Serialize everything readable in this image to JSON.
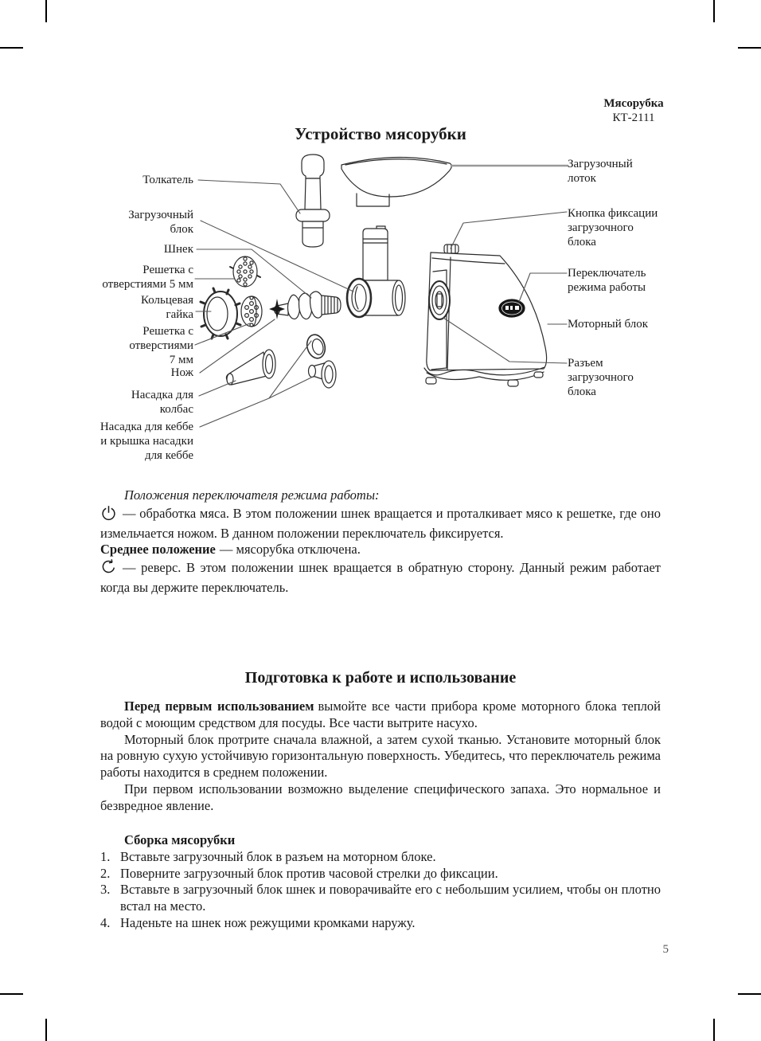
{
  "page": {
    "number": "5"
  },
  "header": {
    "product": "Мясорубка",
    "model": "КТ-2111"
  },
  "diagram": {
    "title": "Устройство мясорубки",
    "left_labels": [
      "Толкатель",
      "Загрузочный\nблок",
      "Шнек",
      "Решетка с\nотверстиями 5 мм",
      "Кольцевая\nгайка",
      "Решетка с\nотверстиями\n7 мм",
      "Нож",
      "Насадка для\nколбас",
      "Насадка для кеббе\nи крышка насадки\nдля кеббе"
    ],
    "right_labels": [
      "Загрузочный\nлоток",
      "Кнопка фиксации\nзагрузочного\nблока",
      "Переключатель\nрежима работы",
      "Моторный блок",
      "Разъем\nзагрузочного\nблока"
    ],
    "part_icons": [
      "pusher",
      "loading-tray",
      "feed-head",
      "auger-screw",
      "grid-5mm",
      "ring-nut",
      "grid-7mm",
      "knife",
      "sausage-nozzle",
      "kebbe-nozzle",
      "motor-block"
    ],
    "colors": {
      "line": "#2b2b2b",
      "leader": "#555555",
      "tray_leader": "#999999",
      "switch_fill": "#161616"
    }
  },
  "modes": {
    "intro": "Положения переключателя режима работы:",
    "power_icon": "power-symbol",
    "mode_on": "— обработка мяса. В этом положении шнек вращается и проталкивает мясо к решетке, где оно измельчается ножом. В данном положении переключатель фиксируется.",
    "middle_label": "Среднее положение",
    "middle_text": "— мясорубка отключена.",
    "reverse_icon": "reverse-arrow-symbol",
    "mode_reverse": "— реверс. В этом положении шнек вращается в обратную сторону. Данный режим работает когда вы держите переключатель."
  },
  "preparation": {
    "heading": "Подготовка к работе и использование",
    "p1_bold": "Перед первым использованием",
    "p1_rest": "вымойте все части прибора кроме моторного блока теплой водой с моющим средством для посуды. Все части вытрите насухо.",
    "p2": "Моторный блок протрите сначала влажной, а затем сухой тканью. Установите моторный блок на ровную сухую устойчивую горизонтальную поверхность. Убедитесь, что переключатель режима работы находится в среднем положении.",
    "p3": "При первом использовании возможно выделение специфического запаха. Это нормальное и безвредное явление."
  },
  "assembly": {
    "heading": "Сборка мясорубки",
    "items": [
      {
        "num": "1.",
        "text": "Вставьте загрузочный блок в разъем на моторном блоке."
      },
      {
        "num": "2.",
        "text": "Поверните загрузочный блок против часовой стрелки до фиксации."
      },
      {
        "num": "3.",
        "text": "Вставьте в загрузочный блок шнек и поворачивайте его с небольшим усилием, чтобы он плотно встал на место."
      },
      {
        "num": "4.",
        "text": "Наденьте на шнек нож режущими кромками наружу."
      }
    ]
  }
}
